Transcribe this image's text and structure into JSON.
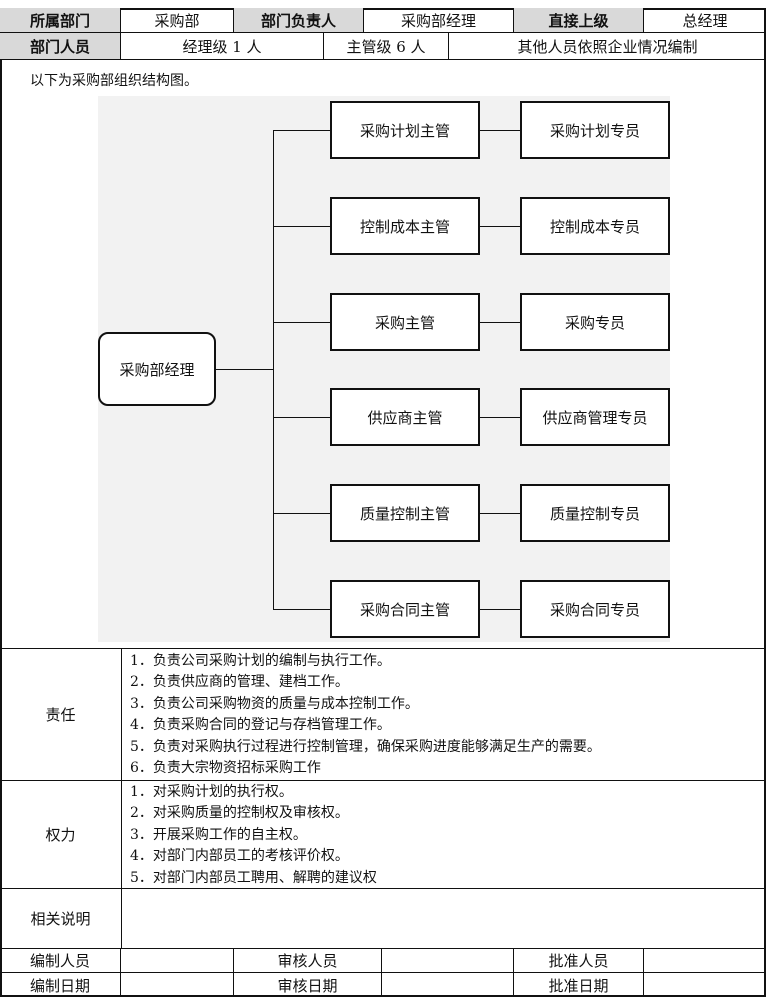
{
  "header": {
    "row1": [
      {
        "label": "所属部门",
        "value": "采购部"
      },
      {
        "label": "部门负责人",
        "value": "采购部经理"
      },
      {
        "label": "直接上级",
        "value": "总经理"
      }
    ],
    "row2": {
      "label": "部门人员",
      "manager_count": "经理级 1 人",
      "supervisor_count": "主管级 6 人",
      "note": "其他人员依照企业情况编制"
    }
  },
  "intro": "以下为采购部组织结构图。",
  "org_chart": {
    "root": "采购部经理",
    "branches": [
      {
        "supervisor": "采购计划主管",
        "specialist": "采购计划专员"
      },
      {
        "supervisor": "控制成本主管",
        "specialist": "控制成本专员"
      },
      {
        "supervisor": "采购主管",
        "specialist": "采购专员"
      },
      {
        "supervisor": "供应商主管",
        "specialist": "供应商管理专员"
      },
      {
        "supervisor": "质量控制主管",
        "specialist": "质量控制专员"
      },
      {
        "supervisor": "采购合同主管",
        "specialist": "采购合同专员"
      }
    ]
  },
  "responsibilities": {
    "label": "责任",
    "items": [
      "1．负责公司采购计划的编制与执行工作。",
      "2．负责供应商的管理、建档工作。",
      "3．负责公司采购物资的质量与成本控制工作。",
      "4．负责采购合同的登记与存档管理工作。",
      "5．负责对采购执行过程进行控制管理，确保采购进度能够满足生产的需要。",
      "6．负责大宗物资招标采购工作"
    ]
  },
  "authority": {
    "label": "权力",
    "items": [
      "1．对采购计划的执行权。",
      "2．对采购质量的控制权及审核权。",
      "3．开展采购工作的自主权。",
      "4．对部门内部员工的考核评价权。",
      "5．对部门内部员工聘用、解聘的建议权"
    ]
  },
  "notes": {
    "label": "相关说明",
    "value": ""
  },
  "footer": {
    "row1": [
      "编制人员",
      "审核人员",
      "批准人员"
    ],
    "row2": [
      "编制日期",
      "审核日期",
      "批准日期"
    ]
  }
}
